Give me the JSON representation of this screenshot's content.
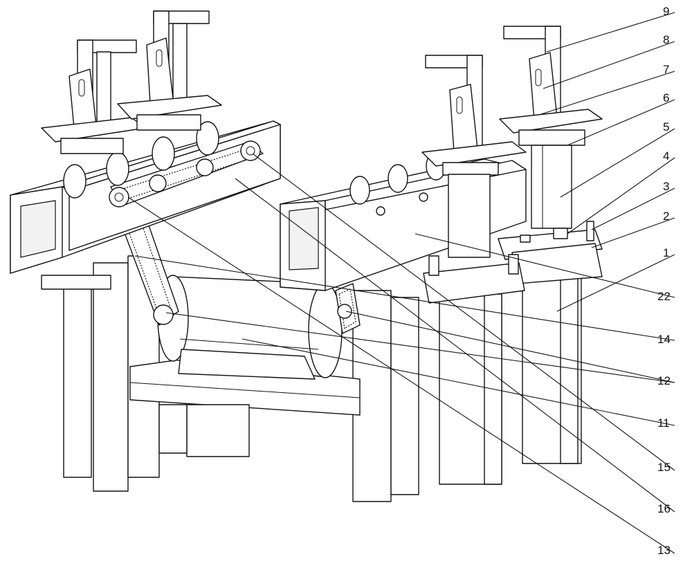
{
  "figure": {
    "type": "patent mechanical drawing (isometric)",
    "callouts": [
      "1",
      "2",
      "3",
      "4",
      "5",
      "6",
      "7",
      "8",
      "9",
      "11",
      "12",
      "13",
      "14",
      "15",
      "16",
      "22"
    ]
  }
}
